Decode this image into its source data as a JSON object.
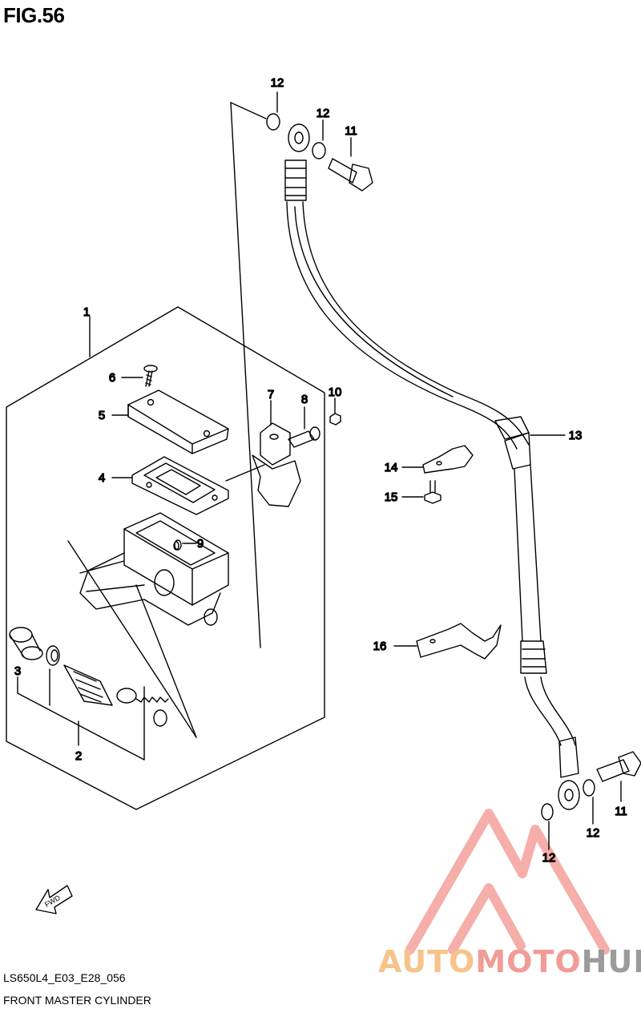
{
  "figure": {
    "title": "FIG.56",
    "code": "LS650L4_E03_E28_056",
    "name": "FRONT MASTER CYLINDER"
  },
  "fwd_label": "FWD",
  "watermark": {
    "part1": "AUTO",
    "part2": "MOTO",
    "part3": "HUB",
    "colors": {
      "auto": "#f6c48a",
      "moto": "#f19c97",
      "hub": "#9b9b9b",
      "logo": "#f4a6a0"
    }
  },
  "callouts": {
    "c1": "1",
    "c2": "2",
    "c3": "3",
    "c4": "4",
    "c5": "5",
    "c6": "6",
    "c7": "7",
    "c8": "8",
    "c9": "9",
    "c10": "10",
    "c11a": "11",
    "c11b": "11",
    "c12a": "12",
    "c12b": "12",
    "c12c": "12",
    "c12d": "12",
    "c13": "13",
    "c14": "14",
    "c15": "15",
    "c16": "16"
  }
}
